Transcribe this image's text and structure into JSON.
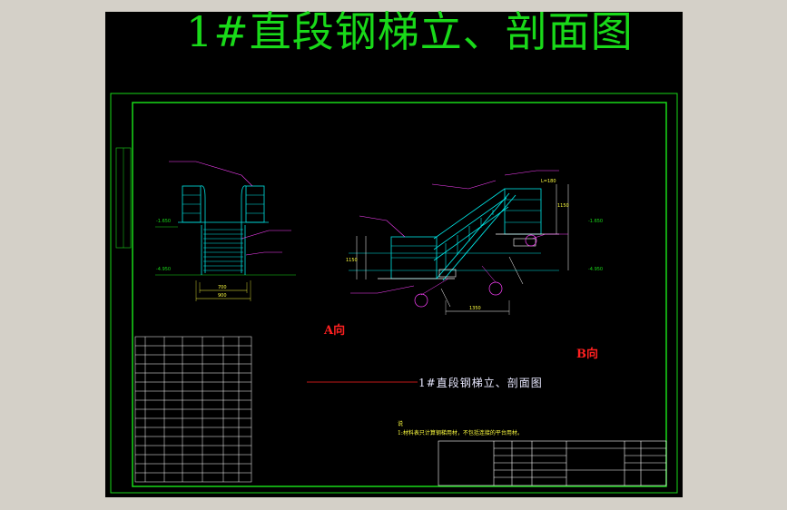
{
  "title": "1#直段钢梯立、剖面图",
  "views": {
    "a_label": "A向",
    "b_label": "B向"
  },
  "sheet_title": "1#直段钢梯立、剖面图",
  "notes": {
    "heading": "说",
    "line1": "1:材料表只计算钢梯用材，不包括连接的平台用材。"
  },
  "colors": {
    "background": "#000000",
    "frame": "#19d919",
    "annotation": "#ff40ff",
    "dimension": "#ffff40",
    "ladder": "#00e5e5",
    "leader": "#ff2020"
  }
}
